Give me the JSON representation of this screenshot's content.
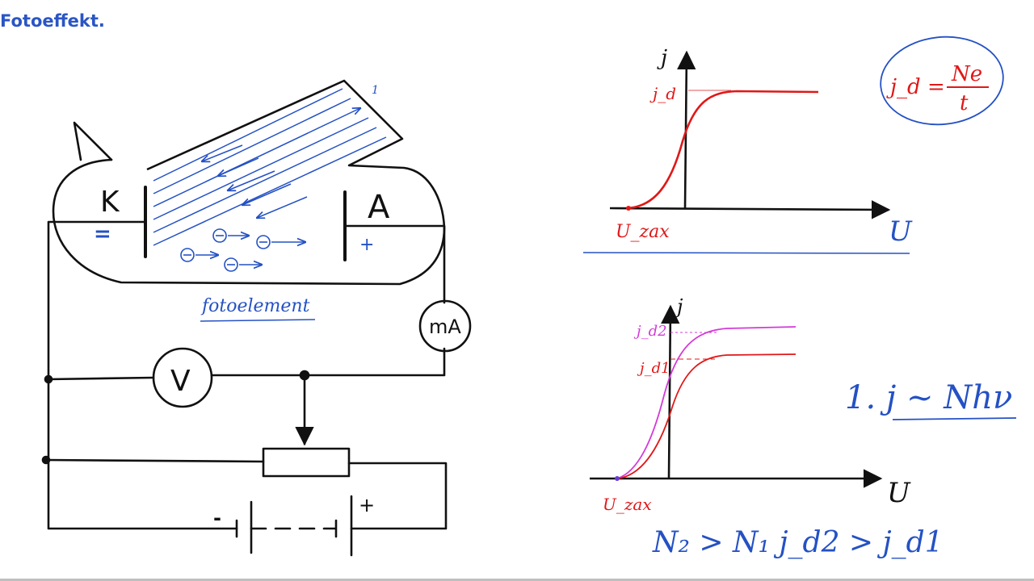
{
  "title": "Fotoeffekt.",
  "colors": {
    "ink": "#111111",
    "blue": "#2451c4",
    "red": "#e01818",
    "magenta": "#d43ad8",
    "title": "#2a55c5"
  },
  "circuit": {
    "cathode_label": "K",
    "anode_label": "A",
    "cathode_sign": "=",
    "anode_sign": "+",
    "light_number": "1",
    "caption": "fotoelement",
    "ammeter": "mA",
    "voltmeter": "V",
    "battery_minus": "-",
    "battery_plus": "+"
  },
  "graph1": {
    "y_label": "j",
    "x_label": "U",
    "js_label": "j_d",
    "u_label": "U_zax",
    "formula": {
      "lhs": "j_d =",
      "num": "Ne",
      "den": "t"
    }
  },
  "graph2": {
    "y_label": "j",
    "x_label": "U",
    "js2_label": "j_d2",
    "js1_label": "j_d1",
    "u_label": "U_zax",
    "law": "1. j ~ Nhν",
    "comparison": "N₂ > N₁   j_d2 > j_d1"
  }
}
